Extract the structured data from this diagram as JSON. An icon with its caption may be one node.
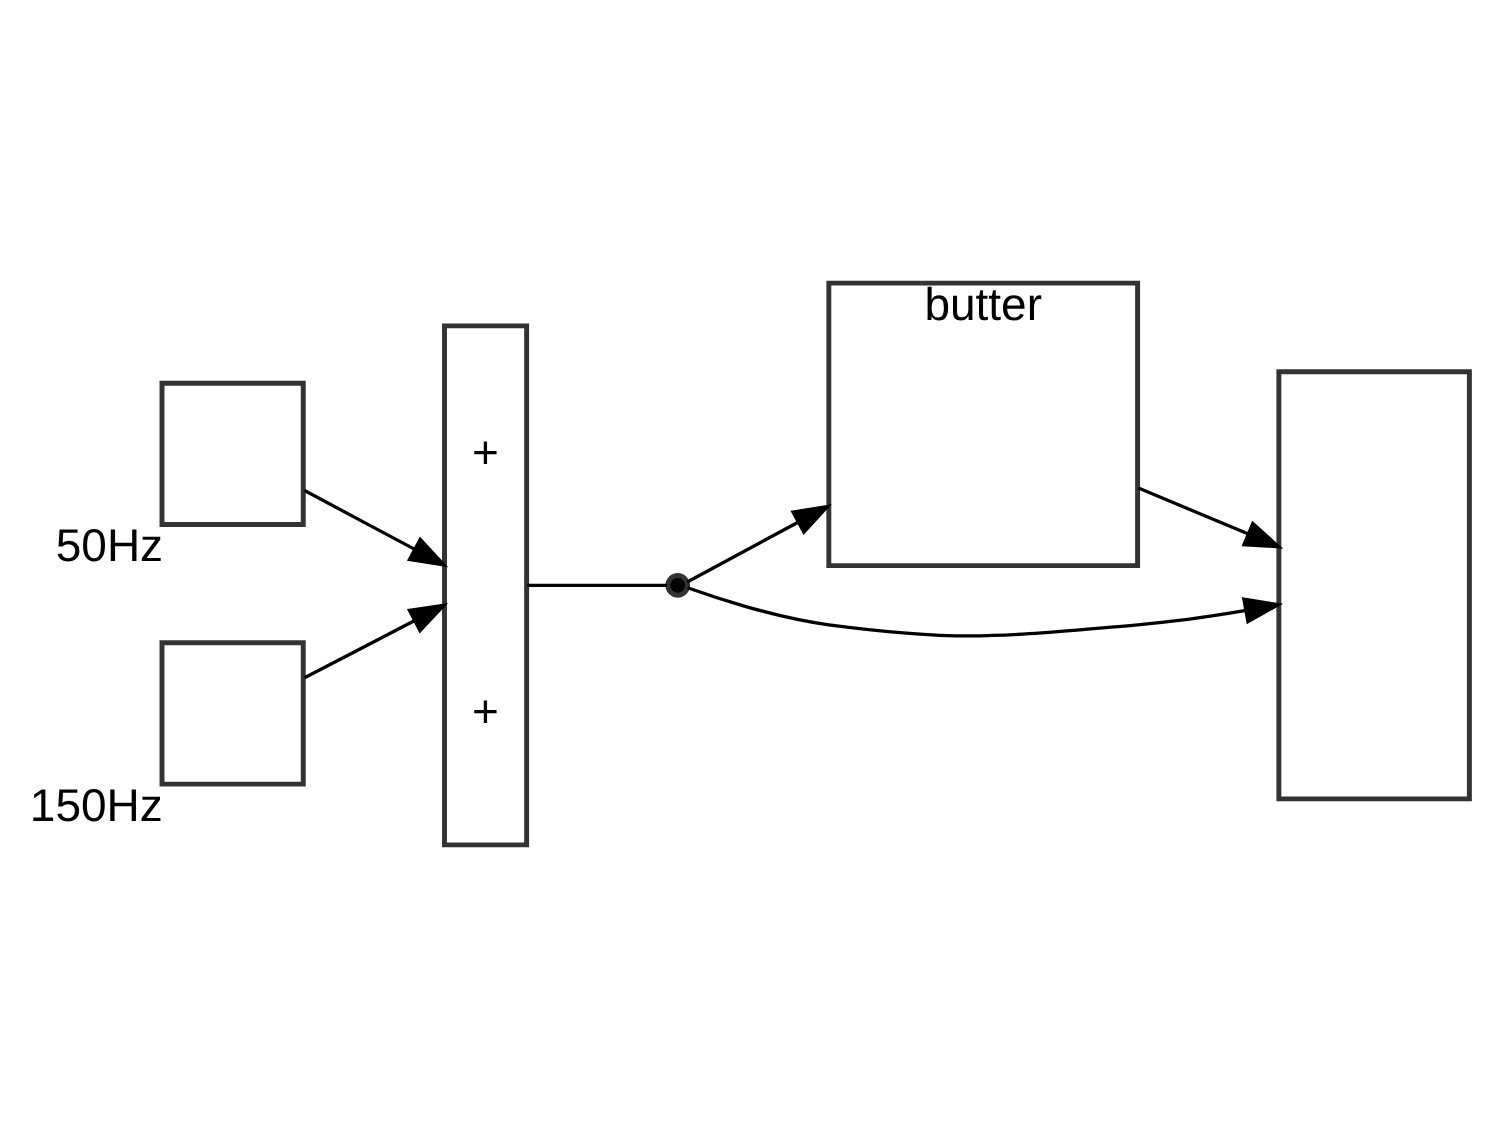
{
  "diagram": {
    "nodes": [
      {
        "text": [],
        "shape": "box",
        "beside": [
          "50Hz"
        ]
      },
      {
        "text": [],
        "shape": "box",
        "beside": [
          "150Hz"
        ]
      },
      {
        "text": [
          "+",
          "+"
        ]
      },
      {
        "text": [],
        "shape": "circle"
      },
      {
        "text": [
          "butter"
        ]
      },
      {
        "text": [],
        "shape": "box"
      }
    ],
    "edges": [
      {
        "from": 0,
        "to": 2,
        "arrow": "to"
      },
      {
        "from": 1,
        "to": 2,
        "arrow": "to"
      },
      {
        "from": 2,
        "to": 3,
        "arrow": "none"
      },
      {
        "from": 3,
        "to": 4,
        "arrow": "to"
      },
      {
        "from": 4,
        "to": 5,
        "arrow": "to"
      },
      {
        "from": 3,
        "to": 5,
        "arrow": "to"
      }
    ]
  }
}
